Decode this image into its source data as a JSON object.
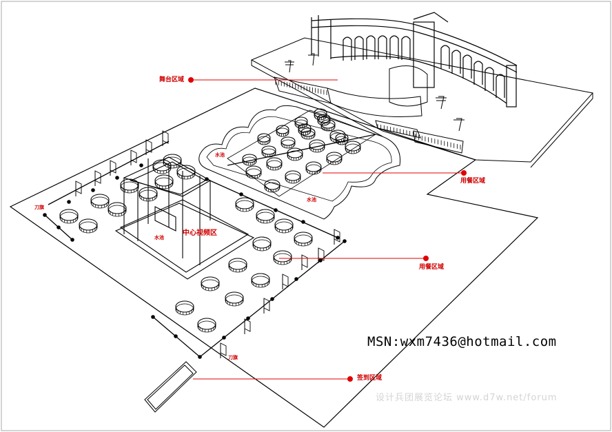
{
  "labels": {
    "stage_area": "舞台区域",
    "dining_area_1": "用餐区域",
    "dining_area_2": "用餐区域",
    "signin_area": "签到区域",
    "center_video": "中心视频区",
    "pool_1": "水池",
    "pool_2": "水池",
    "pool_3": "水池",
    "flag_1": "刀旗",
    "flag_2": "刀旗"
  },
  "contact": "MSN:wxm7436@hotmail.com",
  "watermark": "设计兵团展览论坛 www.d7w.net/forum",
  "colors": {
    "line": "#000000",
    "callout": "#e00000",
    "background": "#ffffff",
    "watermark": "#d4d4d4"
  }
}
